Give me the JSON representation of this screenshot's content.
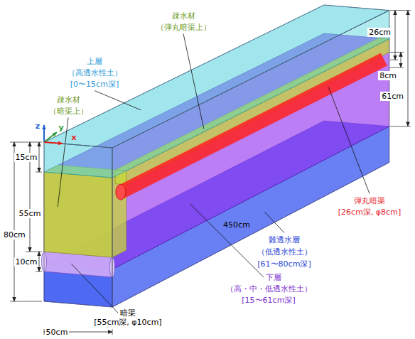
{
  "diagram": {
    "labels": [
      "疎水材",
      "（弾丸暗渠上）",
      "上層",
      "（高透水性土）",
      "[0〜15cm深]",
      "26cm",
      "8cm",
      "61cm",
      "疎水材",
      "（暗渠上）",
      "z",
      "y",
      "x",
      "15cm",
      "弾丸暗渠",
      "[26cm深, φ8cm]",
      "450cm",
      "55cm",
      "80cm",
      "難透水層",
      "（低透水性土）",
      "[61〜80cm深]",
      "10cm",
      "下層",
      "（高・中・低透水性土）",
      "[15〜61cm深]",
      "暗渠",
      "[55cm深, φ10cm]",
      "50cm"
    ]
  }
}
